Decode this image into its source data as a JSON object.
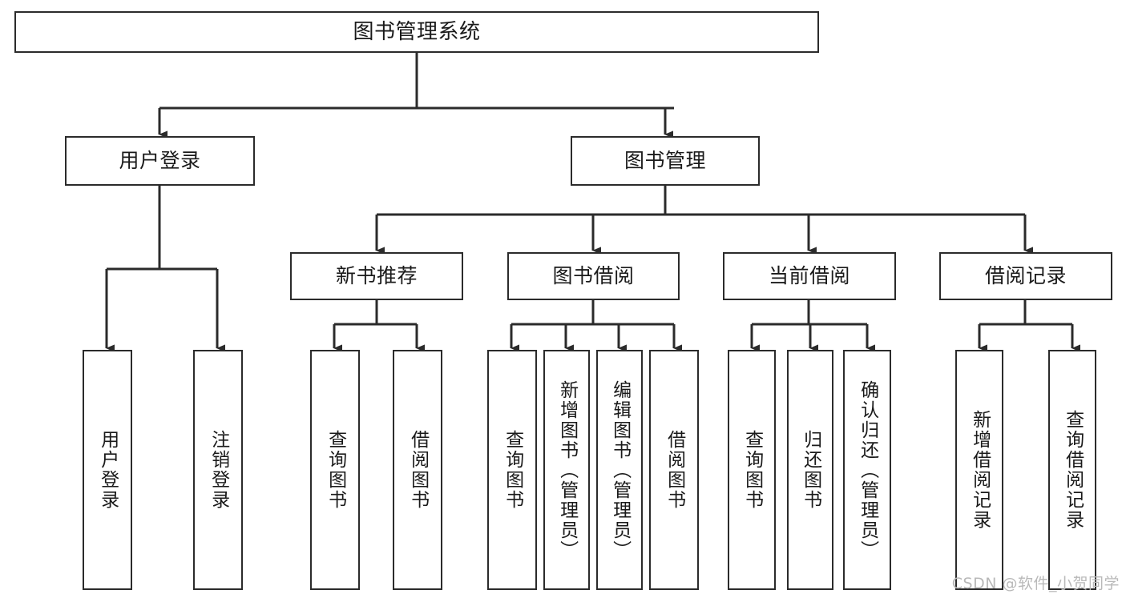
{
  "diagram": {
    "title": "图书管理系统",
    "watermark": "CSDN @软件_小贺同学",
    "stroke_color": "#2b2b2b",
    "background_color": "#ffffff",
    "text_color": "#1a1a1a",
    "watermark_color": "#b9b9b9",
    "orientation": "top-down tree"
  },
  "nodes": {
    "root": {
      "label": "图书管理系统",
      "level": 1,
      "text_orientation": "horizontal"
    },
    "level2": [
      {
        "id": "user-login",
        "label": "用户登录",
        "text_orientation": "horizontal"
      },
      {
        "id": "book-manage",
        "label": "图书管理",
        "text_orientation": "horizontal"
      }
    ],
    "level3": [
      {
        "id": "new-book-rec",
        "label": "新书推荐",
        "text_orientation": "horizontal"
      },
      {
        "id": "book-borrow",
        "label": "图书借阅",
        "text_orientation": "horizontal"
      },
      {
        "id": "current-borrow",
        "label": "当前借阅",
        "text_orientation": "horizontal"
      },
      {
        "id": "borrow-record",
        "label": "借阅记录",
        "text_orientation": "horizontal"
      }
    ],
    "leaves": {
      "user_login": [
        {
          "id": "leaf-user-login",
          "label": "用户登录",
          "text_orientation": "vertical"
        },
        {
          "id": "leaf-user-logout",
          "label": "注销登录",
          "text_orientation": "vertical"
        }
      ],
      "new_book_rec": [
        {
          "id": "leaf-query-book-1",
          "label": "查询图书",
          "text_orientation": "vertical"
        },
        {
          "id": "leaf-borrow-book-1",
          "label": "借阅图书",
          "text_orientation": "vertical"
        }
      ],
      "book_borrow": [
        {
          "id": "leaf-query-book-2",
          "label": "查询图书",
          "text_orientation": "vertical"
        },
        {
          "id": "leaf-add-book",
          "label": "新增图书（管理员）",
          "text_orientation": "vertical"
        },
        {
          "id": "leaf-edit-book",
          "label": "编辑图书（管理员）",
          "text_orientation": "vertical"
        },
        {
          "id": "leaf-borrow-book-2",
          "label": "借阅图书",
          "text_orientation": "vertical"
        }
      ],
      "current_borrow": [
        {
          "id": "leaf-query-book-3",
          "label": "查询图书",
          "text_orientation": "vertical"
        },
        {
          "id": "leaf-return-book",
          "label": "归还图书",
          "text_orientation": "vertical"
        },
        {
          "id": "leaf-confirm-return",
          "label": "确认归还（管理员）",
          "text_orientation": "vertical"
        }
      ],
      "borrow_record": [
        {
          "id": "leaf-add-record",
          "label": "新增借阅记录",
          "text_orientation": "vertical"
        },
        {
          "id": "leaf-query-record",
          "label": "查询借阅记录",
          "text_orientation": "vertical"
        }
      ]
    }
  }
}
